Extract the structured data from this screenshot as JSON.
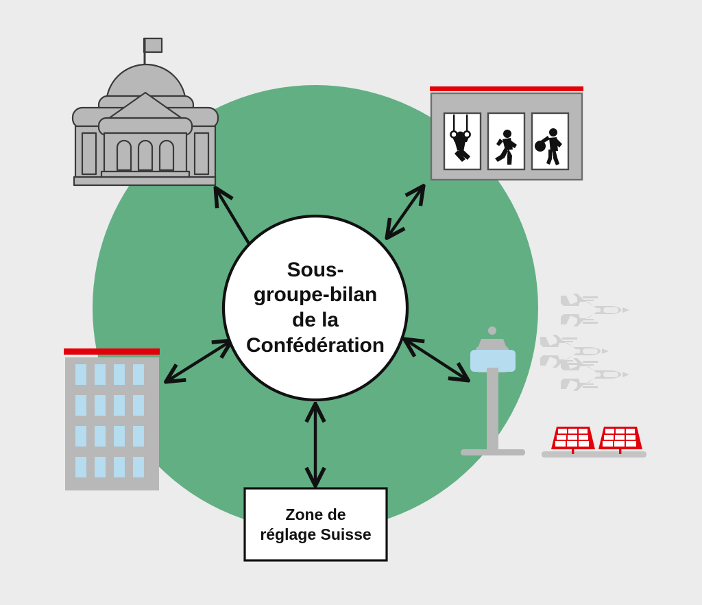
{
  "diagram": {
    "title_hidden": "",
    "background_color": "#ECECEC",
    "accent_green": "#62AF84",
    "accent_red": "#E3000B",
    "gray_fill": "#B8B8B8",
    "light_blue": "#B5DCEF",
    "center_node": {
      "label": "Sous-\ngroupe-bilan\nde la\nConfédération",
      "shape": "circle",
      "fill": "#FFFFFF",
      "stroke": "#111111"
    },
    "bottom_node": {
      "label": "Zone de\nréglage Suisse",
      "shape": "rectangle",
      "fill": "#FFFFFF",
      "stroke": "#111111"
    },
    "region": {
      "name": "green-zone-circle",
      "fill": "#62AF84"
    },
    "icons": [
      {
        "id": "parliament-building",
        "name": "parliament-building-icon",
        "position": "top-left",
        "description": "Federal parliament building with dome, flag and columns"
      },
      {
        "id": "sports-hall",
        "name": "sports-hall-icon",
        "position": "top-right",
        "description": "Sports hall with three panels: gymnast on rings, runner, ball player"
      },
      {
        "id": "office-building",
        "name": "office-building-icon",
        "position": "left",
        "description": "Multi-storey office building with red roof band and blue windows"
      },
      {
        "id": "water-tower",
        "name": "water-tower-icon",
        "position": "right",
        "description": "Water tower / control tower with blue reservoir band"
      },
      {
        "id": "fighter-jets",
        "name": "fighter-jets-icon",
        "position": "right-outer",
        "description": "Three fighter jets flying to the right"
      },
      {
        "id": "solar-panels",
        "name": "solar-panels-icon",
        "position": "bottom-right-outer",
        "description": "Two red photovoltaic solar panels on ground line"
      }
    ],
    "connectors": [
      {
        "id": "c-parliament",
        "name": "arrow-center-to-parliament",
        "heads": "single",
        "direction": "up-left"
      },
      {
        "id": "c-sports",
        "name": "arrow-center-to-sports-hall",
        "heads": "double",
        "direction": "up-right"
      },
      {
        "id": "c-office",
        "name": "arrow-center-to-office",
        "heads": "double",
        "direction": "down-left"
      },
      {
        "id": "c-tower",
        "name": "arrow-center-to-water-tower",
        "heads": "double",
        "direction": "down-right"
      },
      {
        "id": "c-zone",
        "name": "arrow-center-to-zone-box",
        "heads": "double",
        "direction": "down"
      }
    ]
  }
}
